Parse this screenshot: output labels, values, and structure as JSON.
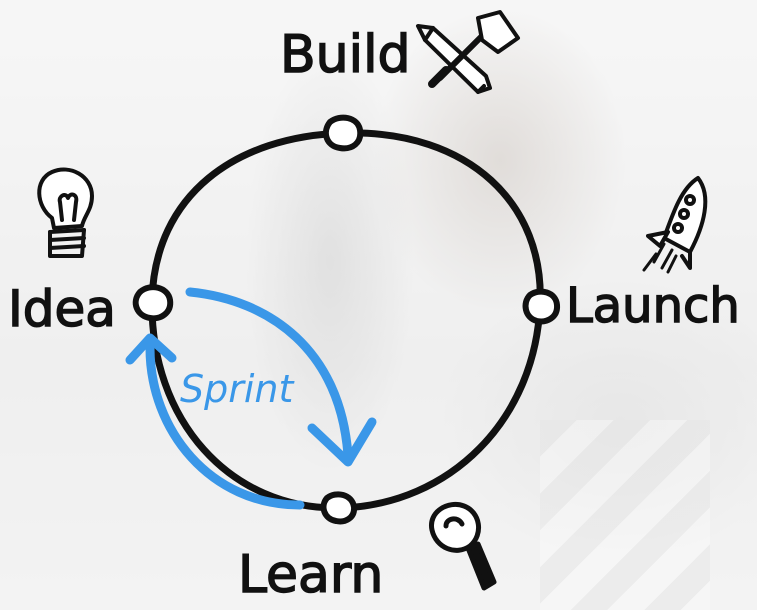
{
  "stages": {
    "build": "Build",
    "idea": "Idea",
    "launch": "Launch",
    "learn": "Learn"
  },
  "cycle_label": "Sprint",
  "icons": {
    "build": "hammer-and-pencil-icon",
    "idea": "lightbulb-icon",
    "launch": "rocket-icon",
    "learn": "magnifying-glass-icon"
  },
  "colors": {
    "stroke": "#111111",
    "sprint": "#3a97e8"
  }
}
